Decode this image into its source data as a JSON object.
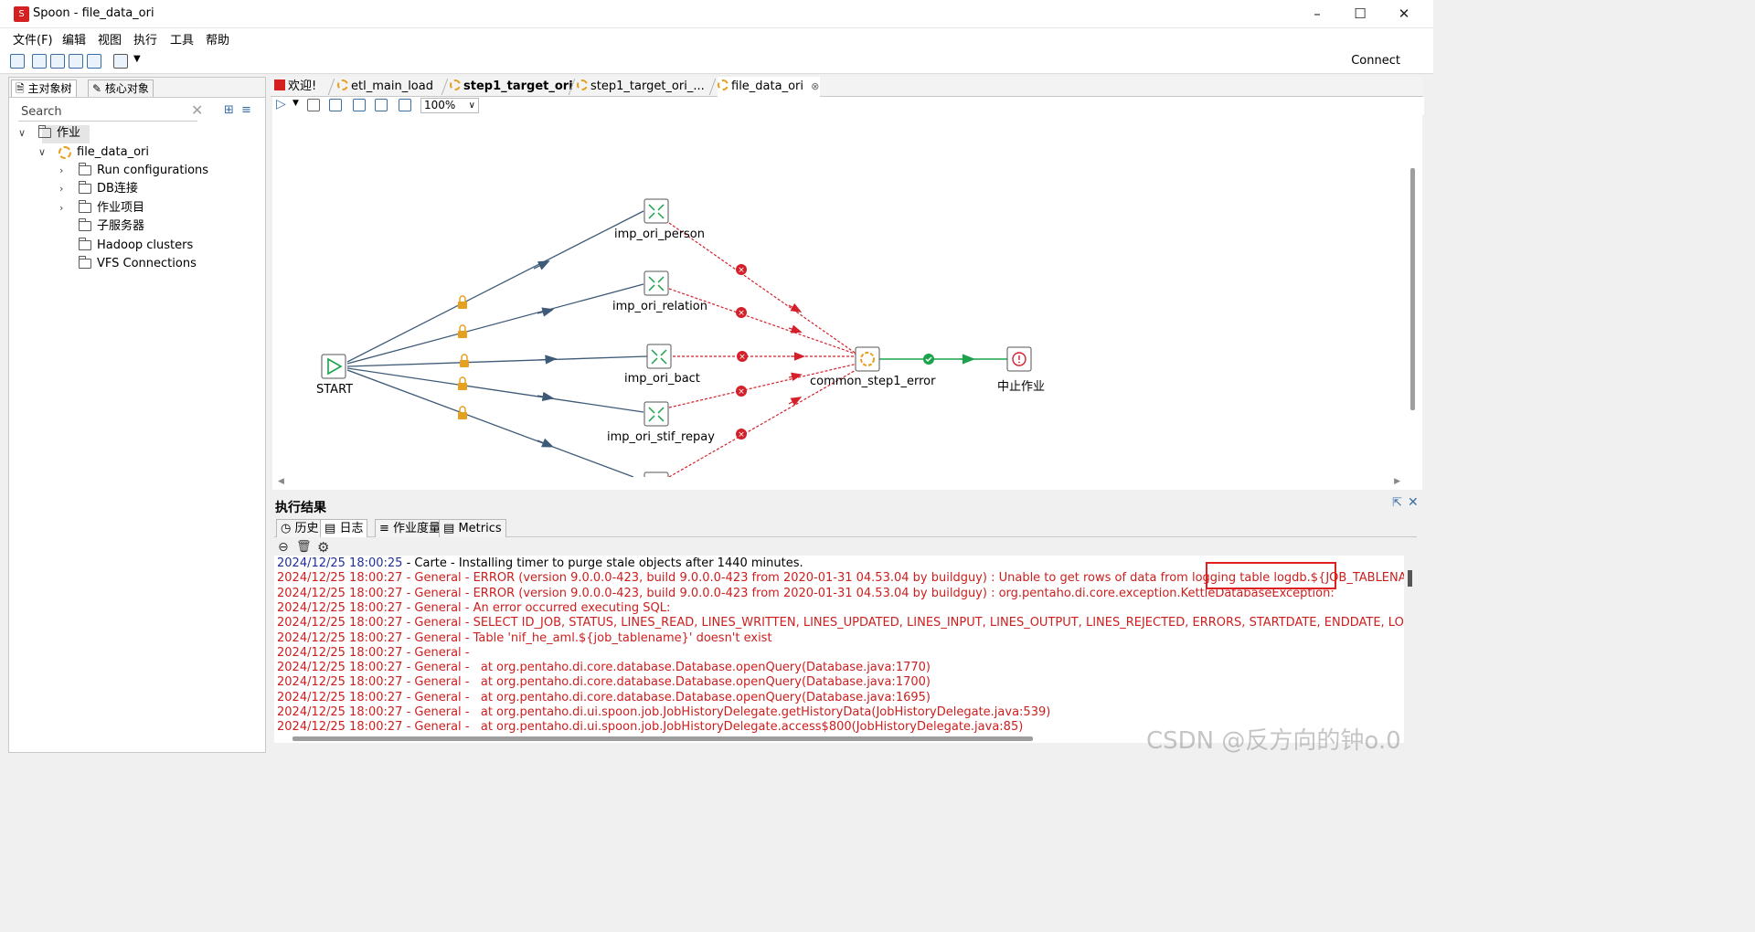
{
  "window": {
    "title": "Spoon - file_data_ori",
    "app_icon": "spoon-logo-icon",
    "controls": [
      "minimize-icon",
      "maximize-icon",
      "close-icon"
    ]
  },
  "menubar": [
    "文件(F)",
    "编辑",
    "视图",
    "执行",
    "工具",
    "帮助"
  ],
  "toolbar": {
    "connect_label": "Connect"
  },
  "left_panel": {
    "tabs": [
      "主对象树",
      "核心对象"
    ],
    "search": {
      "value": "Search"
    },
    "tree": {
      "root": "作业",
      "job": "file_data_ori",
      "children": [
        "Run configurations",
        "DB连接",
        "作业项目",
        "子服务器",
        "Hadoop clusters",
        "VFS Connections"
      ]
    }
  },
  "doc_tabs": [
    "欢迎!",
    "etl_main_load",
    "step1_target_ori",
    "step1_target_ori_...",
    "file_data_ori"
  ],
  "canvas": {
    "zoom": "100%",
    "nodes": {
      "start": "START",
      "person": "imp_ori_person",
      "relation": "imp_ori_relation",
      "bact": "imp_ori_bact",
      "stif": "imp_ori_stif_repay",
      "error": "common_step1_error",
      "abort": "中止作业"
    }
  },
  "results": {
    "title": "执行结果",
    "tabs": [
      "历史",
      "日志",
      "作业度量",
      "Metrics"
    ],
    "log": [
      {
        "ts": "2024/12/25 18:00:25",
        "msg": " - Carte - Installing timer to purge stale objects after 1440 minutes.",
        "level": "info"
      },
      {
        "ts": "2024/12/25 18:00:27",
        "msg": " - General - ERROR (version 9.0.0.0-423, build 9.0.0.0-423 from 2020-01-31 04.53.04 by buildguy) : Unable to get rows of data from logging table logdb.${JOB_TABLENAME}",
        "level": "error"
      },
      {
        "ts": "2024/12/25 18:00:27",
        "msg": " - General - ERROR (version 9.0.0.0-423, build 9.0.0.0-423 from 2020-01-31 04.53.04 by buildguy) : org.pentaho.di.core.exception.KettleDatabaseException:",
        "level": "error"
      },
      {
        "ts": "2024/12/25 18:00:27",
        "msg": " - General - An error occurred executing SQL:",
        "level": "error"
      },
      {
        "ts": "2024/12/25 18:00:27",
        "msg": " - General - SELECT ID_JOB, STATUS, LINES_READ, LINES_WRITTEN, LINES_UPDATED, LINES_INPUT, LINES_OUTPUT, LINES_REJECTED, ERRORS, STARTDATE, ENDDATE, LOGDATE, DEPDATE, RI",
        "level": "error"
      },
      {
        "ts": "2024/12/25 18:00:27",
        "msg": " - General - Table 'nif_he_aml.${job_tablename}' doesn't exist",
        "level": "error"
      },
      {
        "ts": "2024/12/25 18:00:27",
        "msg": " - General - ",
        "level": "error"
      },
      {
        "ts": "2024/12/25 18:00:27",
        "msg": " - General -   at org.pentaho.di.core.database.Database.openQuery(Database.java:1770)",
        "level": "error"
      },
      {
        "ts": "2024/12/25 18:00:27",
        "msg": " - General -   at org.pentaho.di.core.database.Database.openQuery(Database.java:1700)",
        "level": "error"
      },
      {
        "ts": "2024/12/25 18:00:27",
        "msg": " - General -   at org.pentaho.di.core.database.Database.openQuery(Database.java:1695)",
        "level": "error"
      },
      {
        "ts": "2024/12/25 18:00:27",
        "msg": " - General -   at org.pentaho.di.ui.spoon.job.JobHistoryDelegate.getHistoryData(JobHistoryDelegate.java:539)",
        "level": "error"
      },
      {
        "ts": "2024/12/25 18:00:27",
        "msg": " - General -   at org.pentaho.di.ui.spoon.job.JobHistoryDelegate.access$800(JobHistoryDelegate.java:85)",
        "level": "error"
      }
    ]
  },
  "watermark": "CSDN @反方向的钟o.0",
  "colors": {
    "error": "#cc1e1e",
    "timestamp": "#1f2f9a",
    "hop_ok": "#1aa34a",
    "hop_fail": "#d4202a",
    "hop_unconditional": "#3e5a78",
    "lock": "#e6a020"
  }
}
